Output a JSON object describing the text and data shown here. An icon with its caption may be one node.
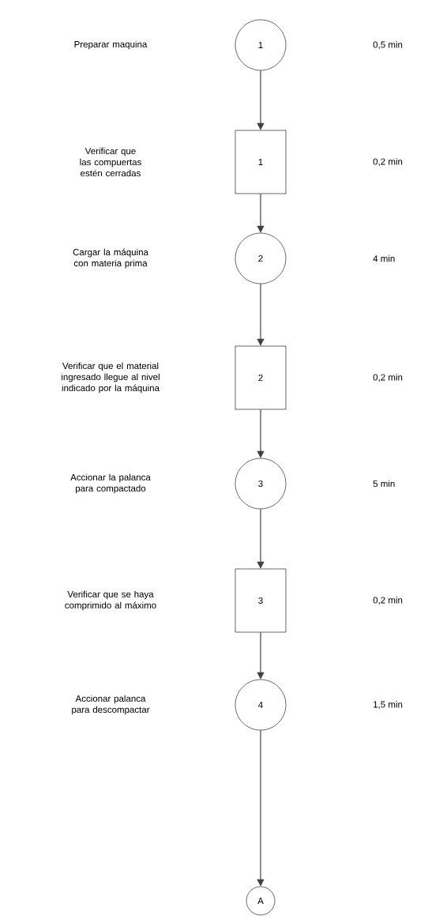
{
  "diagram": {
    "nodes": [
      {
        "text": [
          "1"
        ]
      },
      {
        "text": [
          "1"
        ]
      },
      {
        "text": [
          "2"
        ]
      },
      {
        "text": [
          "2"
        ]
      },
      {
        "text": [
          "3"
        ]
      },
      {
        "text": [
          "3"
        ]
      },
      {
        "text": [
          "4"
        ]
      },
      {
        "text": [
          "A"
        ]
      }
    ],
    "edges": [
      {
        "from": 0,
        "to": 1,
        "arrow": "to"
      },
      {
        "from": 1,
        "to": 2,
        "arrow": "to"
      },
      {
        "from": 2,
        "to": 3,
        "arrow": "to"
      },
      {
        "from": 3,
        "to": 4,
        "arrow": "to"
      },
      {
        "from": 4,
        "to": 5,
        "arrow": "to"
      },
      {
        "from": 5,
        "to": 6,
        "arrow": "to"
      },
      {
        "from": 6,
        "to": 7,
        "arrow": "to"
      }
    ],
    "labels": [
      "Preparar maquina",
      "0,5 min",
      "Verificar que las compuertas estén cerradas",
      "0,2 min",
      "Cargar la máquina con materia prima",
      "4 min",
      "Verificar que el material ingresado llegue al nivel indicado por la máquina",
      "0,2 min",
      "Accionar la palanca para compactado",
      "5 min",
      "Verificar que se haya comprimido al máximo",
      "0,2 min",
      "Accionar palanca para descompactar",
      "1,5 min"
    ]
  }
}
